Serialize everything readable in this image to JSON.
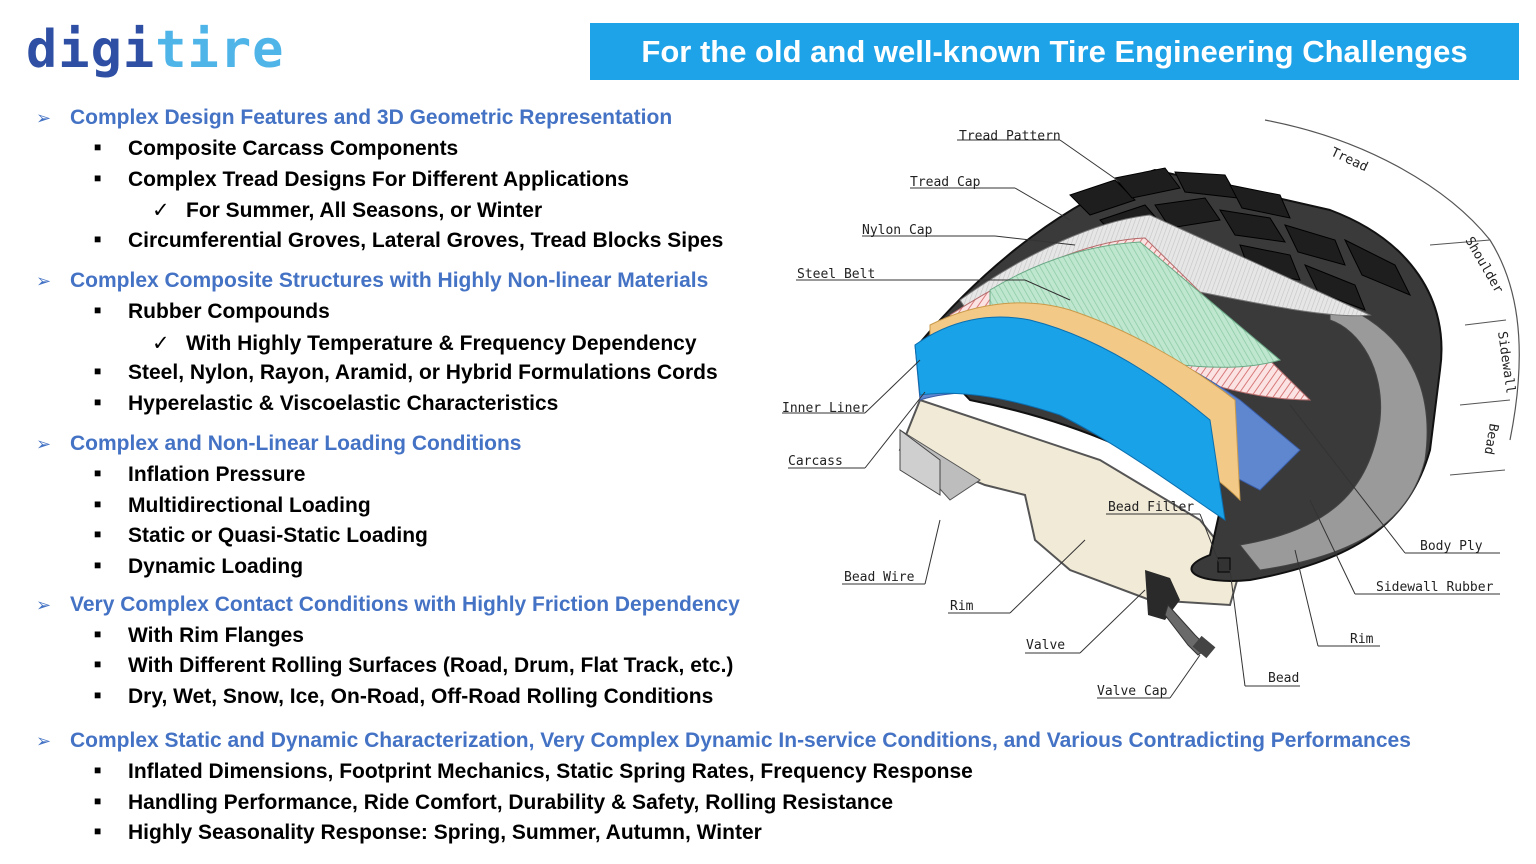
{
  "logo": {
    "part1": "digi",
    "part2": "tire"
  },
  "title": "For the old and well-known Tire Engineering Challenges",
  "sections": [
    {
      "heading": "Complex Design Features and 3D Geometric Representation",
      "items": [
        {
          "text": "Composite Carcass Components"
        },
        {
          "text": "Complex Tread Designs For Different Applications",
          "sub": [
            "For Summer, All Seasons, or Winter"
          ]
        },
        {
          "text": "Circumferential Groves, Lateral Groves, Tread Blocks Sipes"
        }
      ]
    },
    {
      "heading": "Complex Composite Structures with Highly Non-linear Materials",
      "items": [
        {
          "text": "Rubber Compounds",
          "sub": [
            "With Highly Temperature & Frequency Dependency"
          ]
        },
        {
          "text": "Steel, Nylon, Rayon, Aramid, or Hybrid Formulations Cords"
        },
        {
          "text": "Hyperelastic & Viscoelastic Characteristics"
        }
      ]
    },
    {
      "heading": "Complex and Non-Linear Loading Conditions",
      "items": [
        {
          "text": "Inflation Pressure"
        },
        {
          "text": "Multidirectional Loading"
        },
        {
          "text": "Static or Quasi-Static Loading"
        },
        {
          "text": "Dynamic Loading"
        }
      ]
    },
    {
      "heading": "Very Complex Contact Conditions with Highly Friction Dependency",
      "items": [
        {
          "text": "With Rim Flanges"
        },
        {
          "text": "With Different Rolling Surfaces (Road, Drum, Flat Track, etc.)"
        },
        {
          "text": "Dry, Wet, Snow, Ice, On-Road, Off-Road Rolling Conditions"
        }
      ]
    },
    {
      "heading": "Complex Static and Dynamic Characterization, Very Complex Dynamic In-service Conditions, and Various Contradicting Performances",
      "items": [
        {
          "text": "Inflated Dimensions, Footprint Mechanics, Static Spring Rates, Frequency Response"
        },
        {
          "text": "Handling Performance, Ride Comfort, Durability & Safety, Rolling Resistance"
        },
        {
          "text": "Highly Seasonality Response: Spring, Summer, Autumn, Winter"
        }
      ]
    }
  ],
  "diagram": {
    "labels": {
      "tread_pattern": "Tread Pattern",
      "tread_cap": "Tread Cap",
      "nylon_cap": "Nylon Cap",
      "steel_belt": "Steel Belt",
      "inner_liner": "Inner Liner",
      "carcass": "Carcass",
      "bead_wire": "Bead Wire",
      "bead_filler": "Bead Filler",
      "rim_left": "Rim",
      "valve": "Valve",
      "valve_cap": "Valve Cap",
      "bead": "Bead",
      "rim_right": "Rim",
      "sidewall_rubber": "Sidewall Rubber",
      "body_ply": "Body Ply",
      "tread": "Tread",
      "shoulder": "Shoulder",
      "sidewall": "Sidewall",
      "bead_dim": "Bead"
    }
  }
}
